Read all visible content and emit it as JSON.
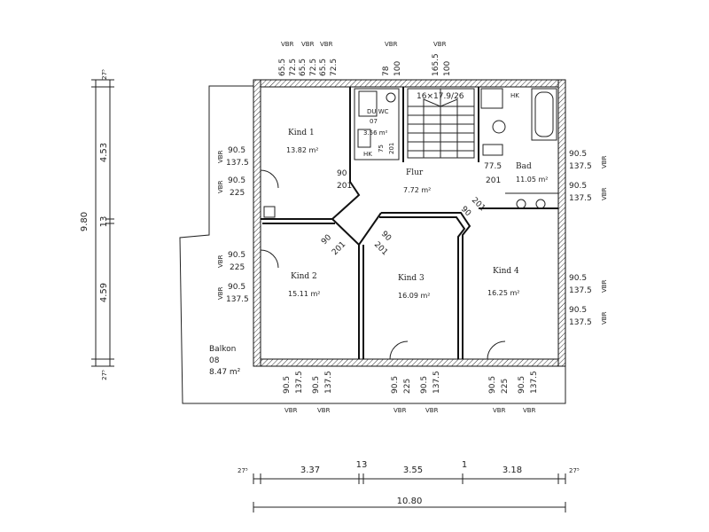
{
  "rooms": {
    "kind1": {
      "name": "Kind 1",
      "area": "13.82 m²"
    },
    "kind2": {
      "name": "Kind 2",
      "area": "15.11 m²"
    },
    "kind3": {
      "name": "Kind 3",
      "area": "16.09 m²"
    },
    "kind4": {
      "name": "Kind 4",
      "area": "16.25 m²"
    },
    "flur": {
      "name": "Flur",
      "area": "7.72 m²"
    },
    "bad": {
      "name": "Bad",
      "area": "11.05 m²"
    },
    "wc": {
      "name": "DU WC",
      "number": "07",
      "area": "3.56 m²"
    },
    "balkon": {
      "name": "Balkon",
      "number": "08",
      "area": "8.47 m²"
    }
  },
  "stairs": "16×17.9/26",
  "hk": "HK",
  "vbr": "VBR",
  "opening_dims": {
    "a": "90.5",
    "b": "137.5",
    "c": "225",
    "d": "65.5",
    "e": "72.5",
    "f": "78",
    "g": "100",
    "h": "165.5",
    "i": "90",
    "j": "201",
    "k": "75",
    "l": "77.5"
  },
  "left_dims": {
    "total": "9.80",
    "upper": "4.53",
    "wall": "13",
    "lower": "4.59",
    "end": "27⁵"
  },
  "bottom_dims": {
    "end": "27⁵",
    "s1": "3.37",
    "w1": "13",
    "s2": "3.55",
    "w2": "1",
    "s3": "3.18",
    "total": "10.80"
  }
}
